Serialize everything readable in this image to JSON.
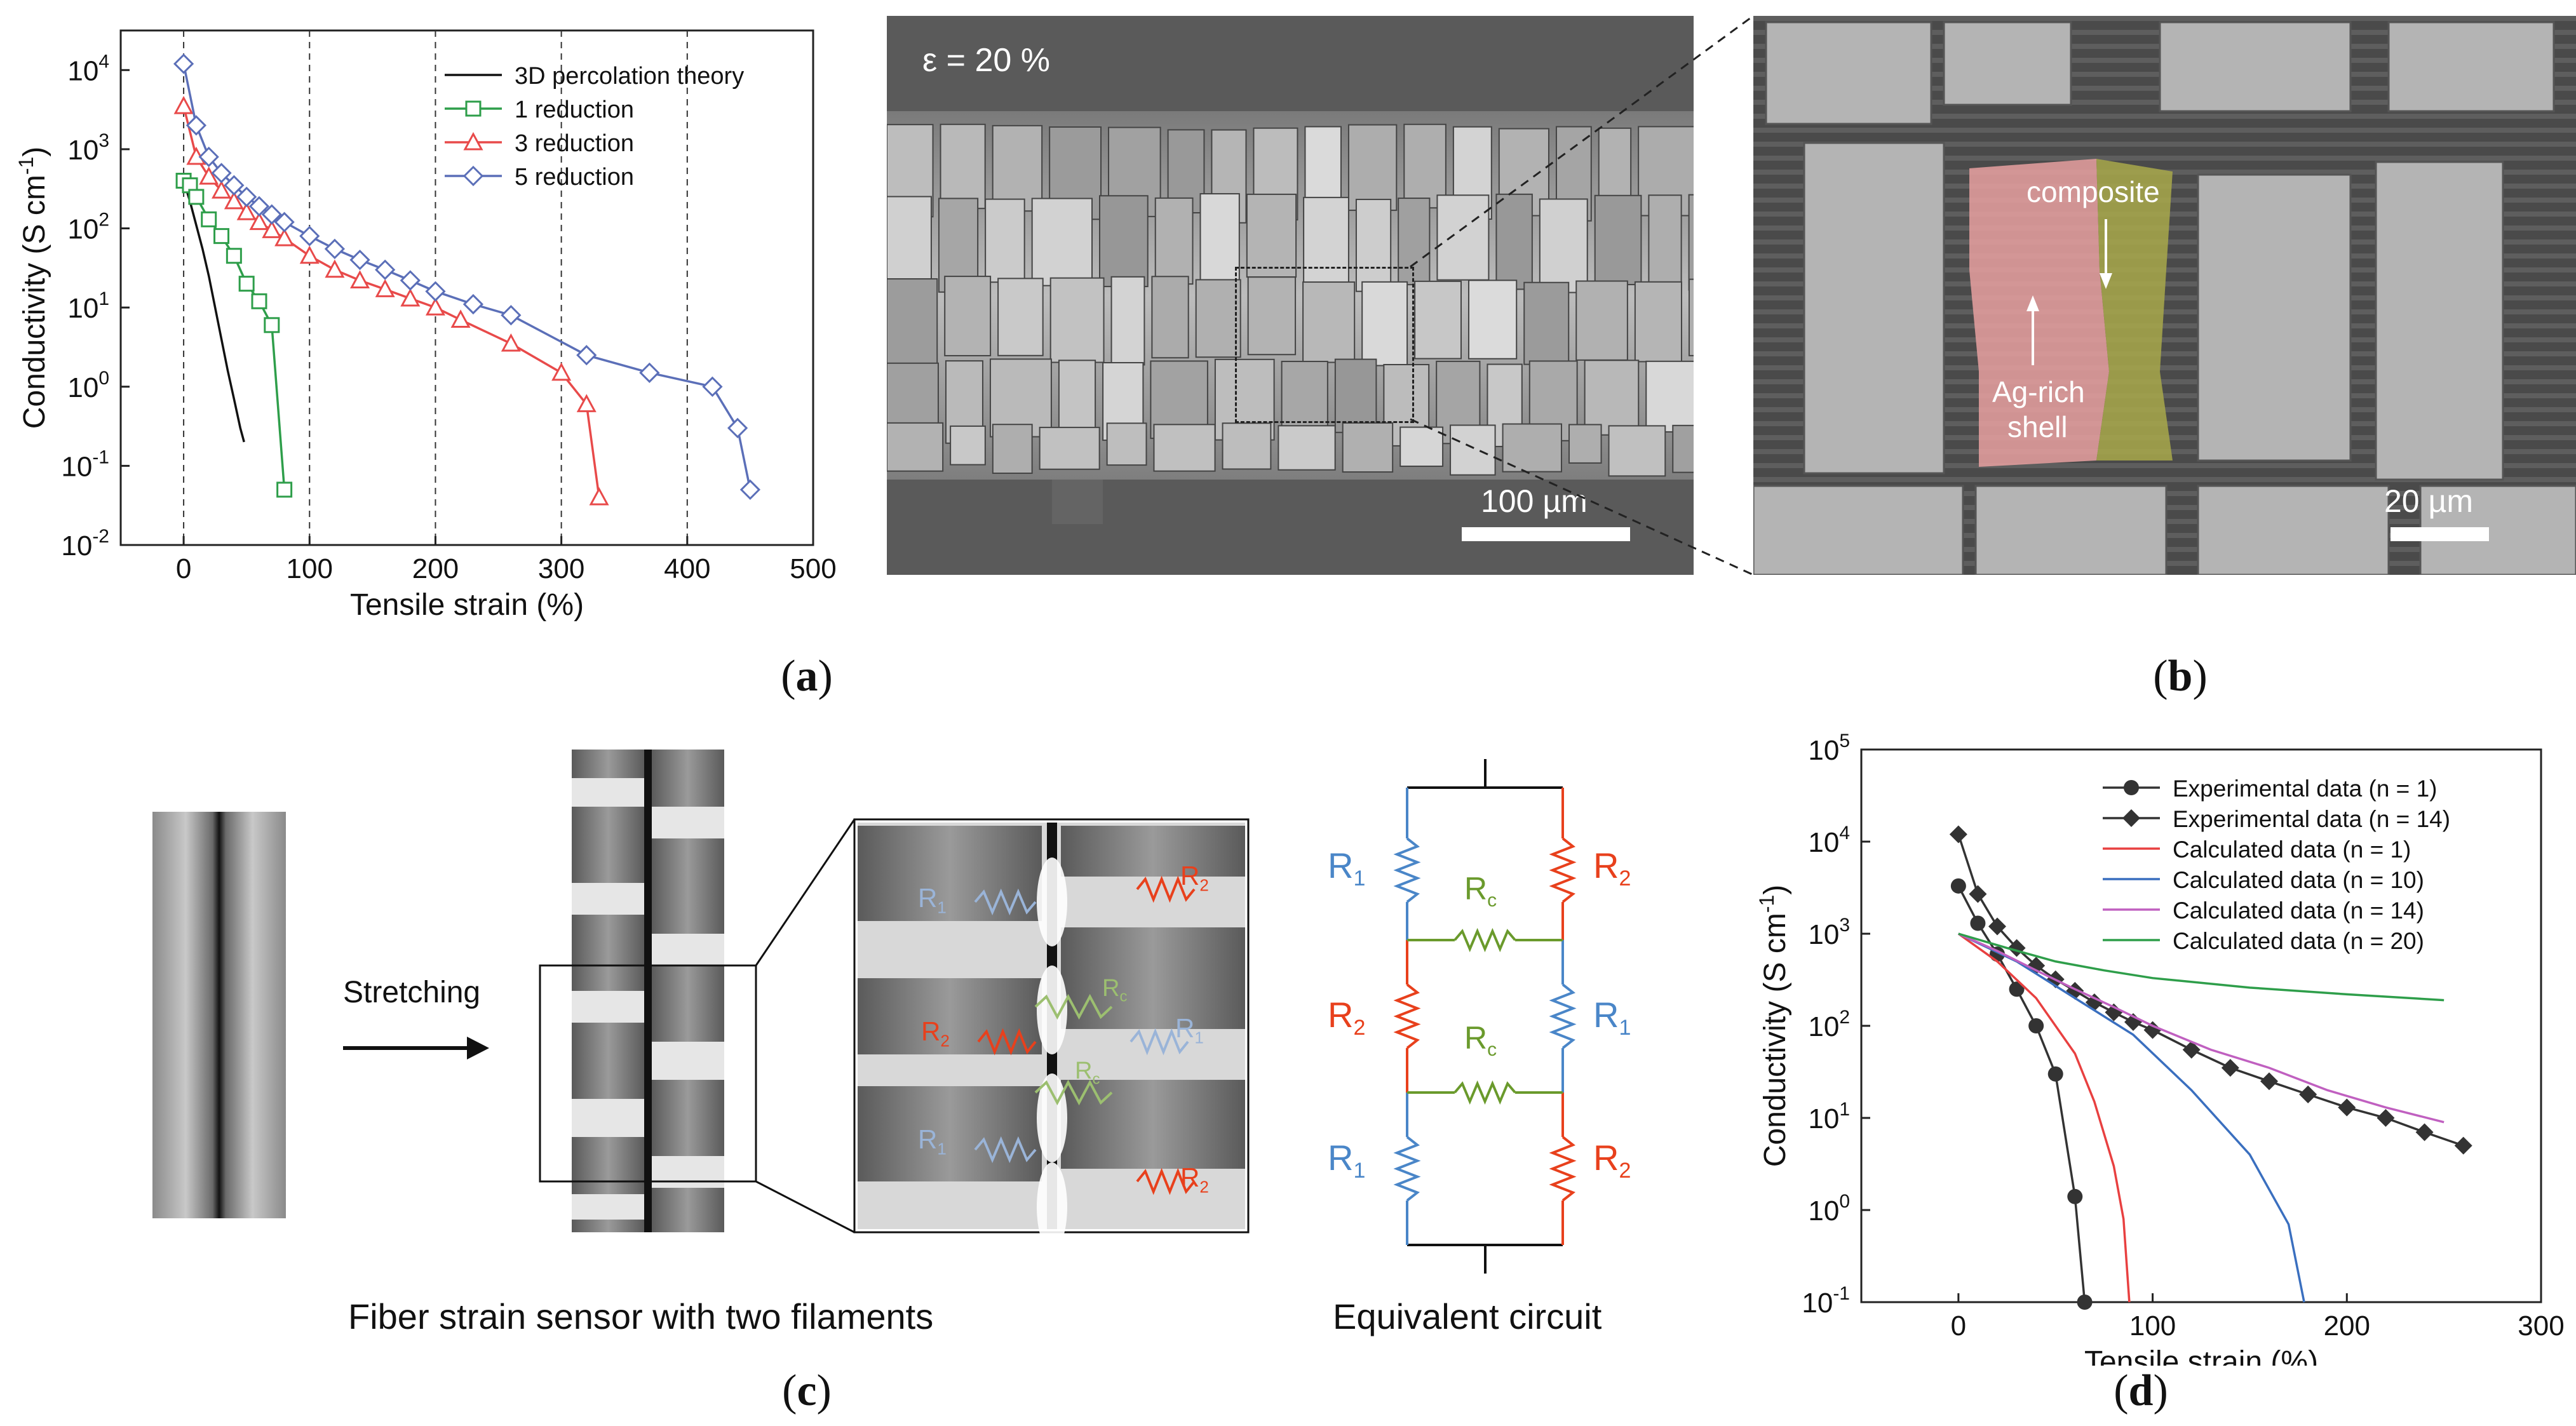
{
  "panels": {
    "a": {
      "letter": "a"
    },
    "b": {
      "letter": "b",
      "strain_label": "ε = 20 %",
      "scale_left": "100 µm",
      "scale_right": "20 µm",
      "label_composite": "composite",
      "label_shell_line1": "Ag-rich",
      "label_shell_line2": "shell",
      "colors": {
        "shell": "#e8a0a0",
        "composite": "#a8a84a"
      }
    },
    "c": {
      "letter": "c",
      "stretch_label": "Stretching",
      "caption_left": "Fiber strain sensor with two filaments",
      "caption_right": "Equivalent circuit",
      "resistor_labels": {
        "r1": "R",
        "r1_sub": "1",
        "r2": "R",
        "r2_sub": "2",
        "rc": "R",
        "rc_sub": "c"
      },
      "colors": {
        "r1": "#4a86c8",
        "r2": "#e8401c",
        "rc": "#6a9a2c"
      }
    },
    "d": {
      "letter": "d"
    }
  },
  "chart_data": [
    {
      "id": "a",
      "type": "line",
      "xlabel": "Tensile strain (%)",
      "ylabel": "Conductivity (S cm",
      "ylabel_sup": "-1",
      "ylabel_close": ")",
      "xlim": [
        -50,
        500
      ],
      "ylim_log10": [
        -2,
        4.5
      ],
      "x_ticks": [
        "0",
        "100",
        "200",
        "300",
        "400",
        "500"
      ],
      "y_ticks": [
        {
          "base": "10",
          "exp": "-2"
        },
        {
          "base": "10",
          "exp": "-1"
        },
        {
          "base": "10",
          "exp": "0"
        },
        {
          "base": "10",
          "exp": "1"
        },
        {
          "base": "10",
          "exp": "2"
        },
        {
          "base": "10",
          "exp": "3"
        },
        {
          "base": "10",
          "exp": "4"
        }
      ],
      "vlines": [
        0,
        100,
        200,
        300,
        400
      ],
      "legend_position": "top-right",
      "series": [
        {
          "name": "3D percolation theory",
          "color": "#111111",
          "marker": "none",
          "x": [
            0,
            5,
            10,
            15,
            20,
            25,
            30,
            35,
            40,
            45,
            48
          ],
          "y": [
            400,
            220,
            110,
            55,
            25,
            10,
            4,
            1.6,
            0.7,
            0.3,
            0.2
          ]
        },
        {
          "name": "1 reduction",
          "color": "#2e9e4a",
          "marker": "square",
          "x": [
            0,
            5,
            10,
            20,
            30,
            40,
            50,
            60,
            70,
            80
          ],
          "y": [
            400,
            350,
            250,
            130,
            80,
            45,
            20,
            12,
            6,
            0.05
          ]
        },
        {
          "name": "3 reduction",
          "color": "#e84a4a",
          "marker": "triangle",
          "x": [
            0,
            10,
            20,
            30,
            40,
            50,
            60,
            70,
            80,
            100,
            120,
            140,
            160,
            180,
            200,
            220,
            260,
            300,
            320,
            330
          ],
          "y": [
            3500,
            800,
            450,
            300,
            220,
            160,
            120,
            95,
            75,
            45,
            30,
            22,
            17,
            13,
            10,
            7,
            3.5,
            1.5,
            0.6,
            0.04
          ]
        },
        {
          "name": "5 reduction",
          "color": "#5b6fb8",
          "marker": "diamond",
          "x": [
            0,
            10,
            20,
            30,
            40,
            50,
            60,
            70,
            80,
            100,
            120,
            140,
            160,
            180,
            200,
            230,
            260,
            320,
            370,
            420,
            440,
            450
          ],
          "y": [
            12000,
            2000,
            800,
            500,
            350,
            250,
            190,
            150,
            120,
            80,
            55,
            40,
            30,
            22,
            16,
            11,
            8,
            2.5,
            1.5,
            1.0,
            0.3,
            0.05
          ]
        }
      ]
    },
    {
      "id": "d",
      "type": "line",
      "xlabel": "Tensile strain (%)",
      "ylabel": "Conductivity (S cm",
      "ylabel_sup": "-1",
      "ylabel_close": ")",
      "xlim": [
        -50,
        300
      ],
      "ylim_log10": [
        -1,
        5
      ],
      "x_ticks": [
        "0",
        "100",
        "200",
        "300"
      ],
      "y_ticks": [
        {
          "base": "10",
          "exp": "-1"
        },
        {
          "base": "10",
          "exp": "0"
        },
        {
          "base": "10",
          "exp": "1"
        },
        {
          "base": "10",
          "exp": "2"
        },
        {
          "base": "10",
          "exp": "3"
        },
        {
          "base": "10",
          "exp": "4"
        },
        {
          "base": "10",
          "exp": "5"
        }
      ],
      "legend_position": "top-right",
      "series": [
        {
          "name": "Experimental data (n = 1)",
          "color": "#333333",
          "marker": "circle",
          "x": [
            0,
            10,
            20,
            30,
            40,
            50,
            60,
            65
          ],
          "y": [
            3300,
            1300,
            600,
            250,
            100,
            30,
            1.4,
            0.1
          ]
        },
        {
          "name": "Experimental data (n = 14)",
          "color": "#333333",
          "marker": "diamond_filled",
          "x": [
            0,
            10,
            20,
            30,
            40,
            50,
            60,
            70,
            80,
            90,
            100,
            120,
            140,
            160,
            180,
            200,
            220,
            240,
            260
          ],
          "y": [
            12000,
            2700,
            1200,
            700,
            450,
            320,
            240,
            180,
            140,
            110,
            90,
            55,
            35,
            25,
            18,
            13,
            10,
            7,
            5
          ]
        },
        {
          "name": "Calculated data (n = 1)",
          "color": "#e84040",
          "marker": "none",
          "x": [
            0,
            20,
            40,
            60,
            70,
            80,
            85,
            88
          ],
          "y": [
            1000,
            500,
            200,
            50,
            15,
            3,
            0.8,
            0.1
          ]
        },
        {
          "name": "Calculated data (n = 10)",
          "color": "#3a6fbf",
          "marker": "none",
          "x": [
            0,
            30,
            60,
            90,
            120,
            150,
            170,
            178
          ],
          "y": [
            1000,
            500,
            200,
            80,
            20,
            4,
            0.7,
            0.1
          ]
        },
        {
          "name": "Calculated data (n = 14)",
          "color": "#c060c0",
          "marker": "none",
          "x": [
            0,
            20,
            40,
            60,
            80,
            100,
            130,
            160,
            190,
            220,
            250
          ],
          "y": [
            1000,
            650,
            400,
            250,
            160,
            100,
            55,
            35,
            20,
            13,
            9
          ]
        },
        {
          "name": "Calculated data (n = 20)",
          "color": "#2e9e4a",
          "marker": "none",
          "x": [
            0,
            25,
            50,
            75,
            100,
            150,
            200,
            250
          ],
          "y": [
            1000,
            700,
            500,
            400,
            330,
            260,
            220,
            190
          ]
        }
      ]
    }
  ]
}
